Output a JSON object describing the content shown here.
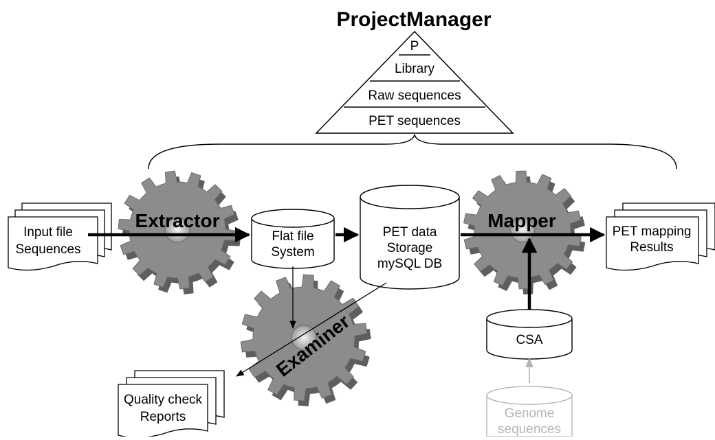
{
  "title": "ProjectManager",
  "pyramid": {
    "levels": [
      "P",
      "Library",
      "Raw sequences",
      "PET sequences"
    ]
  },
  "gears": {
    "extractor": "Extractor",
    "mapper": "Mapper",
    "examiner": "Examiner"
  },
  "documents": {
    "input": [
      "Input file",
      "Sequences"
    ],
    "pet_mapping": [
      "PET mapping",
      "Results"
    ],
    "quality": [
      "Quality check",
      "Reports"
    ]
  },
  "databases": {
    "flat_file": [
      "Flat file",
      "System"
    ],
    "pet_storage": [
      "PET data",
      "Storage",
      "mySQL DB"
    ],
    "csa": [
      "CSA"
    ],
    "genome": [
      "Genome",
      "sequences"
    ]
  },
  "colors": {
    "gear_fill": "#8c8c8c",
    "gear_stroke": "#6a6a6a",
    "gear_hub": "#d8d8d8",
    "faded": "#b4b4b4"
  }
}
